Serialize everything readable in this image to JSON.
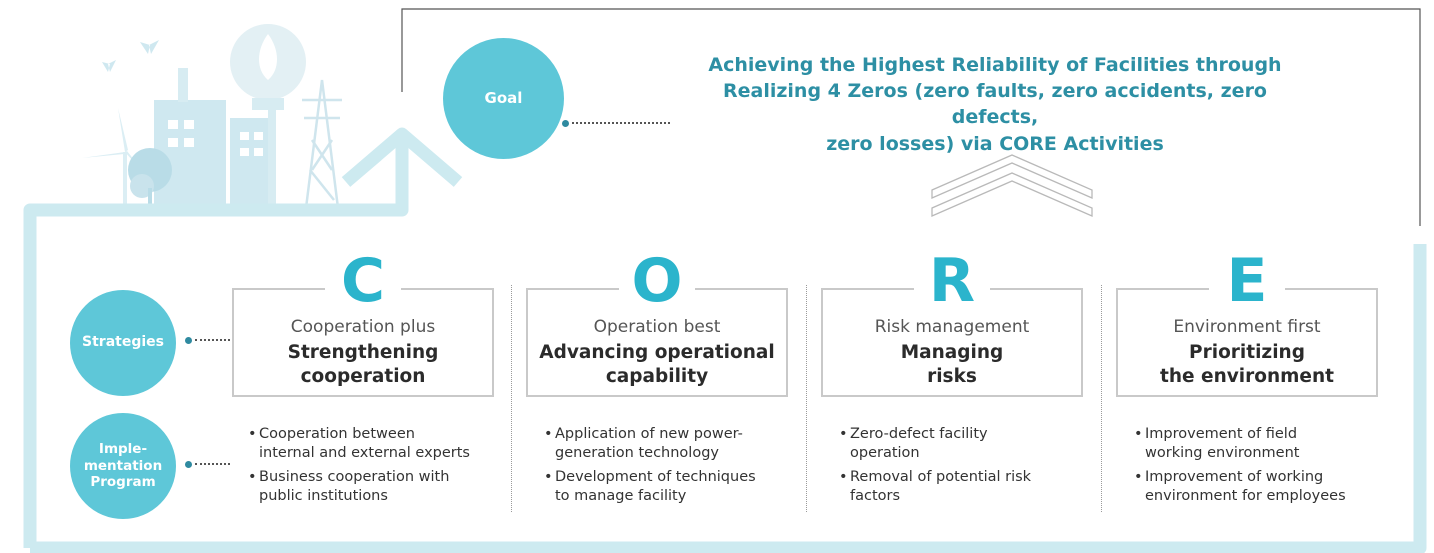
{
  "goal": {
    "label": "Goal",
    "text": "Achieving the Highest Reliability of Facilities through\nRealizing 4 Zeros (zero faults, zero accidents, zero defects,\nzero losses) via CORE Activities"
  },
  "row_labels": {
    "strategies": "Strategies",
    "implementation": "Imple-\nmentation\nProgram"
  },
  "strategies": [
    {
      "letter": "C",
      "subtitle": "Cooperation plus",
      "title": "Strengthening\ncooperation",
      "items": [
        "Cooperation between\ninternal and external experts",
        "Business cooperation with\npublic institutions"
      ]
    },
    {
      "letter": "O",
      "subtitle": "Operation best",
      "title": "Advancing operational\ncapability",
      "items": [
        "Application of new power-\ngeneration technology",
        "Development of techniques\nto manage facility"
      ]
    },
    {
      "letter": "R",
      "subtitle": "Risk management",
      "title": "Managing\nrisks",
      "items": [
        "Zero-defect facility\noperation",
        "Removal of potential risk\nfactors"
      ]
    },
    {
      "letter": "E",
      "subtitle": "Environment first",
      "title": "Prioritizing\nthe environment",
      "items": [
        "Improvement of field\nworking environment",
        "Improvement of working\nenvironment for employees"
      ]
    }
  ],
  "colors": {
    "accent": "#5ec7d8",
    "letter": "#2bb4cc",
    "goal_text": "#2d8fa4",
    "frame": "#cdeaf0"
  },
  "icons": [
    "butterfly-icon",
    "wind-turbine-icon",
    "tree-icon",
    "building-icon",
    "light-bulb-icon",
    "power-tower-icon",
    "up-arrow-icon",
    "chevron-up-icon"
  ]
}
